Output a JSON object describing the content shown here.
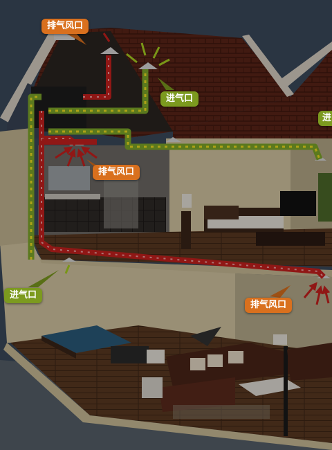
{
  "labels": {
    "exhaust_attic": "排气风口",
    "intake_attic": "进气口",
    "exhaust_upper_room": "排气风口",
    "intake_left": "进气口",
    "exhaust_lower_right": "排气风口",
    "intake_edge": "进"
  },
  "colors": {
    "exhaust_duct": "#c8201e",
    "intake_duct": "#7fa82a",
    "exhaust_label": "#d9701e",
    "intake_label": "#7c9a1f",
    "roof": "#5a2418",
    "sky": "#3b4a5c"
  }
}
